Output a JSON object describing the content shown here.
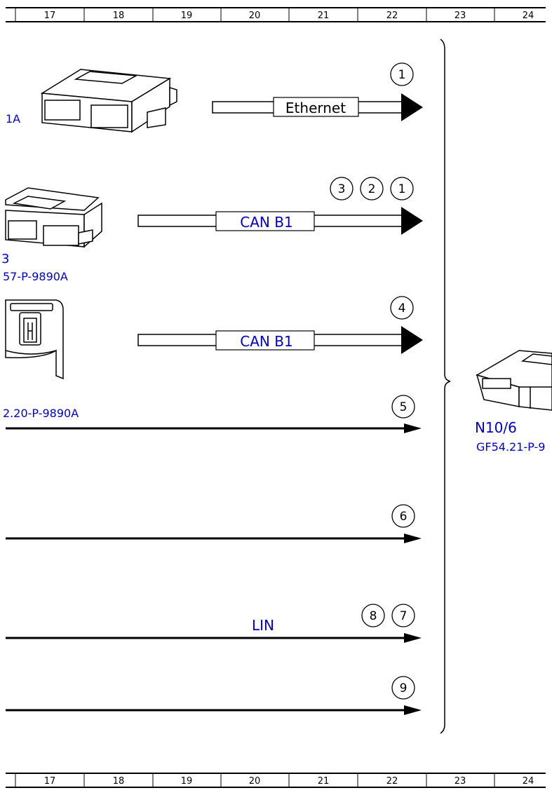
{
  "grid": {
    "columns": [
      "17",
      "18",
      "19",
      "20",
      "21",
      "22",
      "23",
      "24"
    ]
  },
  "labels": {
    "top_partial": "1A",
    "mid_partial_a": "3",
    "mid_partial_b": "57-P-9890A",
    "lower_partial": "2.20-P-9890A",
    "right_component": "N10/6",
    "right_ref": "GF54.21-P-9"
  },
  "connections": {
    "ethernet": "Ethernet",
    "can1": "CAN B1",
    "can2": "CAN B1",
    "lin": "LIN"
  },
  "markers": {
    "m1a": "1",
    "m3": "3",
    "m2": "2",
    "m1b": "1",
    "m4": "4",
    "m5": "5",
    "m6": "6",
    "m8": "8",
    "m7": "7",
    "m9": "9"
  },
  "colors": {
    "line": "#000000",
    "label_blue": "#0000cc"
  }
}
